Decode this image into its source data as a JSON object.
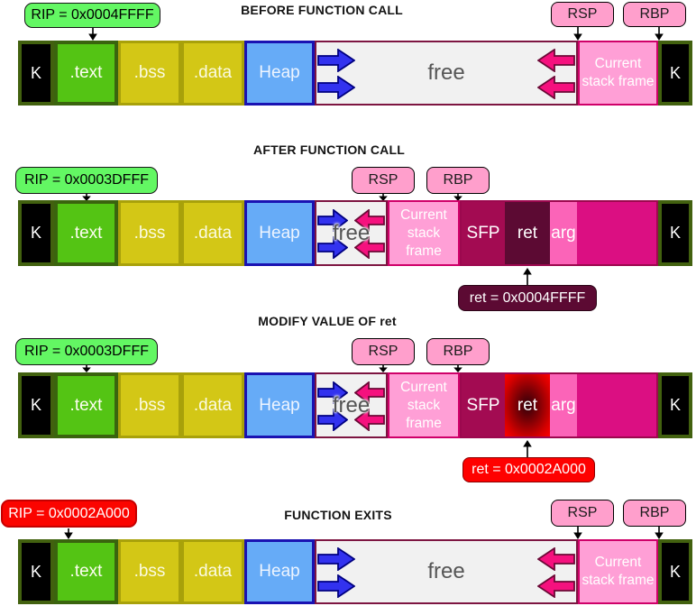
{
  "diagram": {
    "colors": {
      "rip_ok_bg": "#63f763",
      "rip_bad_bg": "#fb0400",
      "register_badge_bg": "#ff9fcc",
      "text_segment": "#54c414",
      "bss_data_segment": "#d3c716",
      "heap": "#66abf7",
      "free": "#f1f1f1",
      "stack_frame": "#ff9fd6",
      "sfp": "#a30b52",
      "ret": "#5c0a33",
      "arg": "#fb64b8",
      "stack_rest": "#db0f82",
      "heap_growth_arrow": "#3232ef",
      "stack_growth_arrow": "#f5117e"
    },
    "icons": {
      "heap_growth": "blue-right-block-arrow",
      "stack_growth": "pink-left-block-arrow",
      "pointer": "black-thin-arrow"
    },
    "rows": [
      {
        "title": "BEFORE FUNCTION CALL",
        "rip": "RIP = 0x0004FFFF",
        "rsp": "RSP",
        "rbp": "RBP",
        "sections": {
          "k_left": "K",
          "text": ".text",
          "bss": ".bss",
          "data": ".data",
          "heap": "Heap",
          "free": "free",
          "stack_frame": "Current stack frame",
          "k_right": "K"
        }
      },
      {
        "title": "AFTER FUNCTION CALL",
        "rip": "RIP = 0x0003DFFF",
        "rsp": "RSP",
        "rbp": "RBP",
        "note": "ret = 0x0004FFFF",
        "sections": {
          "k_left": "K",
          "text": ".text",
          "bss": ".bss",
          "data": ".data",
          "heap": "Heap",
          "free": "free",
          "stack_frame": "Current stack frame",
          "sfp": "SFP",
          "ret": "ret",
          "arg": "arg",
          "k_right": "K"
        }
      },
      {
        "title": "MODIFY VALUE OF ret",
        "rip": "RIP = 0x0003DFFF",
        "rsp": "RSP",
        "rbp": "RBP",
        "note": "ret = 0x0002A000",
        "sections": {
          "k_left": "K",
          "text": ".text",
          "bss": ".bss",
          "data": ".data",
          "heap": "Heap",
          "free": "free",
          "stack_frame": "Current stack frame",
          "sfp": "SFP",
          "ret": "ret",
          "arg": "arg",
          "k_right": "K"
        }
      },
      {
        "title": "FUNCTION EXITS",
        "rip": "RIP = 0x0002A000",
        "rsp": "RSP",
        "rbp": "RBP",
        "sections": {
          "k_left": "K",
          "text": ".text",
          "bss": ".bss",
          "data": ".data",
          "heap": "Heap",
          "free": "free",
          "stack_frame": "Current stack frame",
          "k_right": "K"
        }
      }
    ]
  }
}
